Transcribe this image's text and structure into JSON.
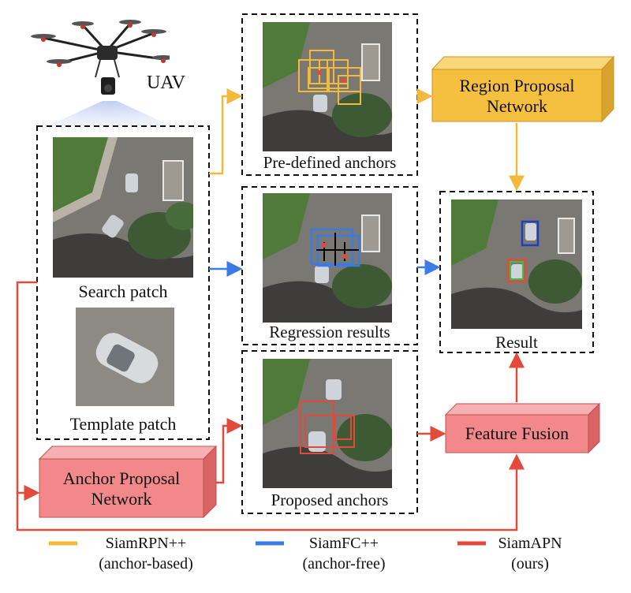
{
  "uav": {
    "label": "UAV"
  },
  "patches": {
    "search": "Search patch",
    "template": "Template patch"
  },
  "panels": {
    "predefined": "Pre-defined anchors",
    "regression": "Regression results",
    "proposed": "Proposed anchors",
    "result": "Result"
  },
  "blocks": {
    "rpn": {
      "line1": "Region Proposal",
      "line2": "Network"
    },
    "apn": {
      "line1": "Anchor Proposal",
      "line2": "Network"
    },
    "fusion": "Feature Fusion"
  },
  "legend": [
    {
      "name": "SiamRPN++",
      "desc": "(anchor-based)",
      "color": "#f2b93b"
    },
    {
      "name": "SiamFC++",
      "desc": "(anchor-free)",
      "color": "#3b7be6"
    },
    {
      "name": "SiamAPN",
      "desc": "(ours)",
      "color": "#e24a3b"
    }
  ],
  "colors": {
    "yellow_block": "#f5c040",
    "red_block": "#f3888a",
    "arrow_yellow": "#f2b93b",
    "arrow_blue": "#3b7be6",
    "arrow_red": "#e24a3b"
  }
}
